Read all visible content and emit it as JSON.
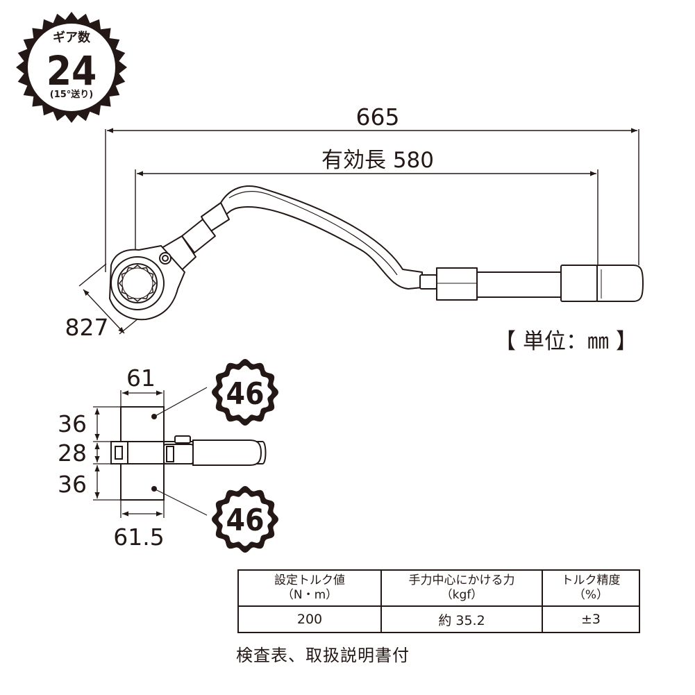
{
  "gear_badge": {
    "title": "ギア数",
    "count": "24",
    "note": "(15°送り)"
  },
  "dimensions": {
    "overall_length": "665",
    "effective_length": "有効長 580",
    "diagonal": "827",
    "unit": "【 単位：㎜ 】",
    "top_width": "61",
    "bottom_width": "61.5",
    "upper_height": "36",
    "middle_height": "28",
    "lower_height": "36"
  },
  "socket_badges": [
    "46",
    "46"
  ],
  "spec_table": {
    "headers": [
      {
        "line1": "設定トルク値",
        "line2": "（N・m）"
      },
      {
        "line1": "手力中心にかける力",
        "line2": "（kgf）"
      },
      {
        "line1": "トルク精度",
        "line2": "（%）"
      }
    ],
    "values": [
      "200",
      "約 35.2",
      "±3"
    ]
  },
  "footnote": "検査表、取扱説明書付",
  "colors": {
    "ink": "#231815",
    "background": "#ffffff"
  }
}
